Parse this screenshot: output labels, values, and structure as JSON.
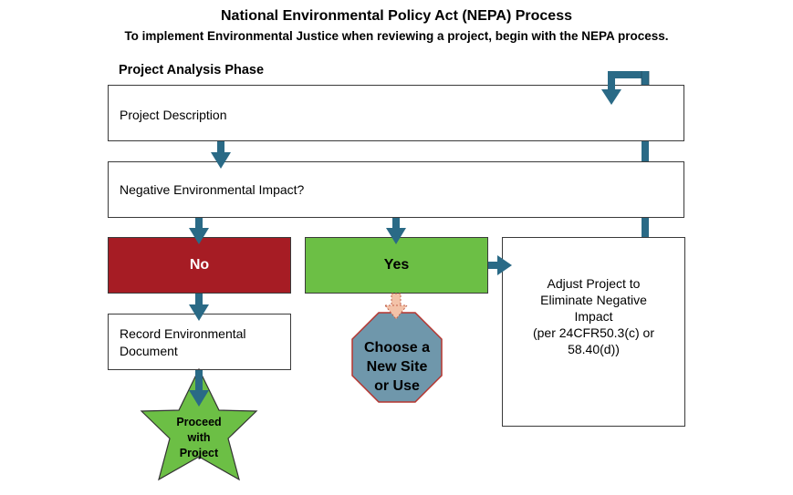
{
  "title": "National Environmental Policy Act (NEPA) Process",
  "subtitle": "To implement Environmental Justice when reviewing a project, begin with the NEPA process.",
  "phase_label": "Project Analysis Phase",
  "nodes": {
    "project_description": "Project Description",
    "negative_impact": "Negative Environmental Impact?",
    "no": "No",
    "yes": "Yes",
    "adjust": [
      "Adjust Project to",
      "Eliminate Negative",
      "Impact",
      "(per 24CFR50.3(c) or",
      "58.40(d))"
    ],
    "record": [
      "Record Environmental",
      "Document"
    ],
    "choose": [
      "Choose a",
      "New Site",
      "or Use"
    ],
    "proceed": [
      "Proceed",
      "with",
      "Project"
    ]
  },
  "colors": {
    "no_fill": "#a61c24",
    "yes_fill": "#6cbf45",
    "arrow": "#2a6a86",
    "octagon": "#6f97ab",
    "star": "#6cbf45",
    "dashed_arrow": "#f3c2a8"
  }
}
